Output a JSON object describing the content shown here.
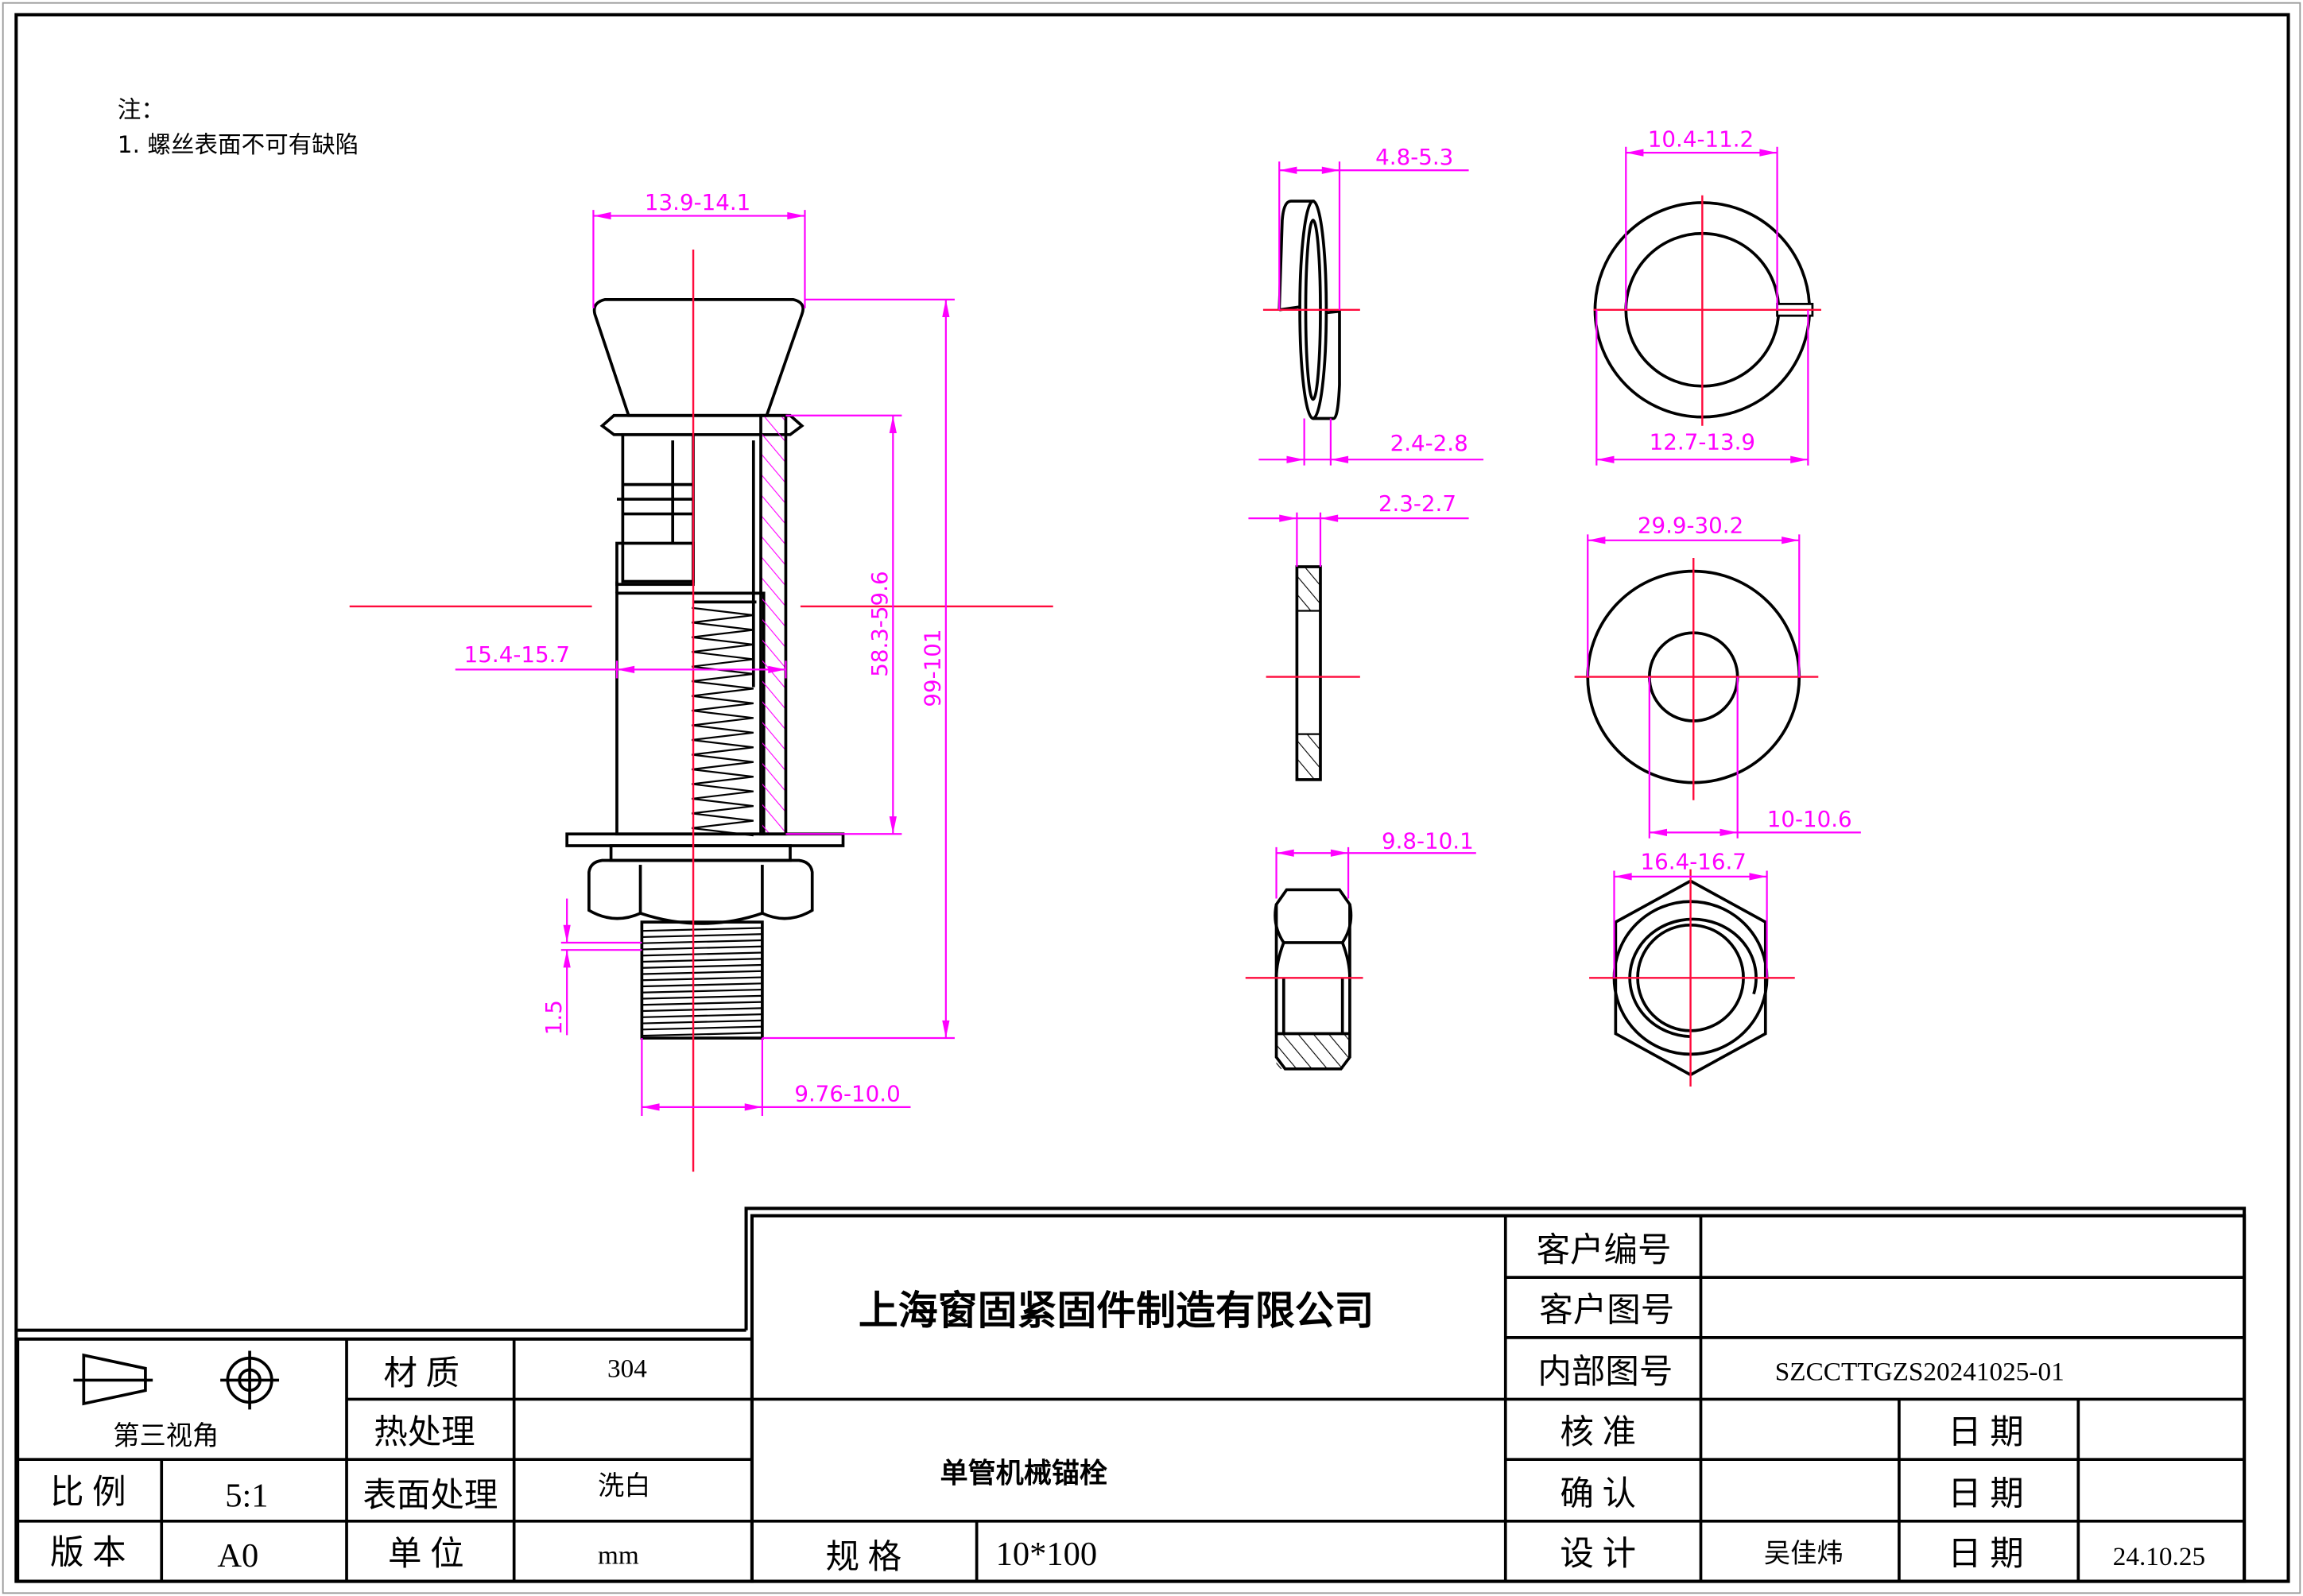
{
  "notes": {
    "heading": "注：",
    "item1": "1. 螺丝表面不可有缺陷"
  },
  "dimensions": {
    "head_width": "13.9-14.1",
    "total_length": "99-101",
    "sleeve_length": "58.3-59.6",
    "sleeve_diameter": "15.4-15.7",
    "thread_pitch": "1.5",
    "thread_diameter": "9.76-10.0",
    "spring_washer_height": "4.8-5.3",
    "spring_washer_thickness": "2.4-2.8",
    "spring_washer_inner": "10.4-11.2",
    "spring_washer_outer": "12.7-13.9",
    "flat_washer_thickness": "2.3-2.7",
    "flat_washer_outer": "29.9-30.2",
    "flat_washer_inner": "10-10.6",
    "nut_height": "9.8-10.1",
    "nut_across": "16.4-16.7"
  },
  "title_block": {
    "projection_label": "第三视角",
    "material_label": "材 质",
    "material_value": "304",
    "heat_treatment_label": "热处理",
    "heat_treatment_value": "",
    "surface_label": "表面处理",
    "surface_value": "洗白",
    "scale_label": "比 例",
    "scale_value": "5:1",
    "version_label": "版 本",
    "version_value": "A0",
    "unit_label": "单 位",
    "unit_value": "mm",
    "company": "上海窗固紧固件制造有限公司",
    "part_name": "单管机械锚栓",
    "spec_label": "规 格",
    "spec_value": "10*100",
    "customer_no_label": "客户编号",
    "customer_no_value": "",
    "customer_drawing_label": "客户图号",
    "customer_drawing_value": "",
    "internal_drawing_label": "内部图号",
    "internal_drawing_value": "SZCCTTGZS20241025-01",
    "checked_label": "核 准",
    "checked_value": "",
    "confirmed_label": "确 认",
    "confirmed_value": "",
    "designed_label": "设 计",
    "designed_value": "吴佳炜",
    "date_label": "日 期",
    "checked_date": "",
    "confirmed_date": "",
    "designed_date": "24.10.25"
  },
  "colors": {
    "dimension": "#ff00ff",
    "centerline": "#ff0a3c",
    "line": "#000000"
  }
}
